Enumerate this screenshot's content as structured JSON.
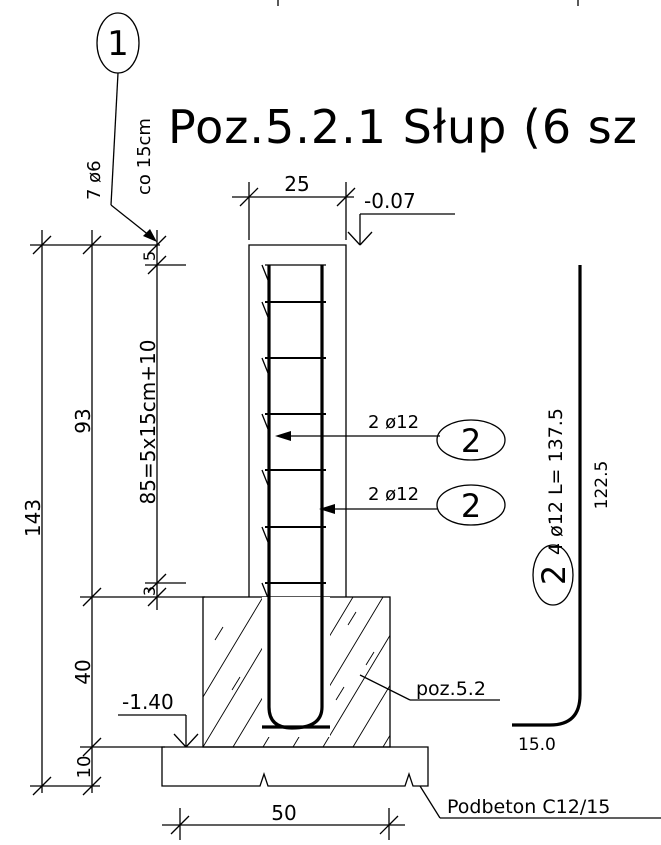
{
  "title": "Poz.5.2.1 Słup (6 sz",
  "markers": {
    "top_mark": "1",
    "bar_mark_a": "2",
    "bar_mark_b": "2",
    "detail_mark": "2"
  },
  "stirrups": {
    "count": "7 ø6",
    "spacing": "co 15cm"
  },
  "dimensions": {
    "column_width": "25",
    "top_cover": "5",
    "stirrup_zone": "85=5x15cm+10",
    "bottom_cover": "3",
    "column_height": "93",
    "total_height": "143",
    "footing_height": "40",
    "blinding_height": "10",
    "footing_width": "50"
  },
  "levels": {
    "top": "-0.07",
    "bottom": "-1.40"
  },
  "bars": {
    "bar_a_label": "2 ø12",
    "bar_b_label": "2 ø12",
    "detail_label": "4 ø12 L= 137.5",
    "detail_vertical": "122.5",
    "detail_hook": "15.0"
  },
  "labels": {
    "footing": "poz.5.2",
    "blinding": "Podbeton C12/15"
  },
  "colors": {
    "ink": "#000000",
    "background": "#ffffff"
  }
}
